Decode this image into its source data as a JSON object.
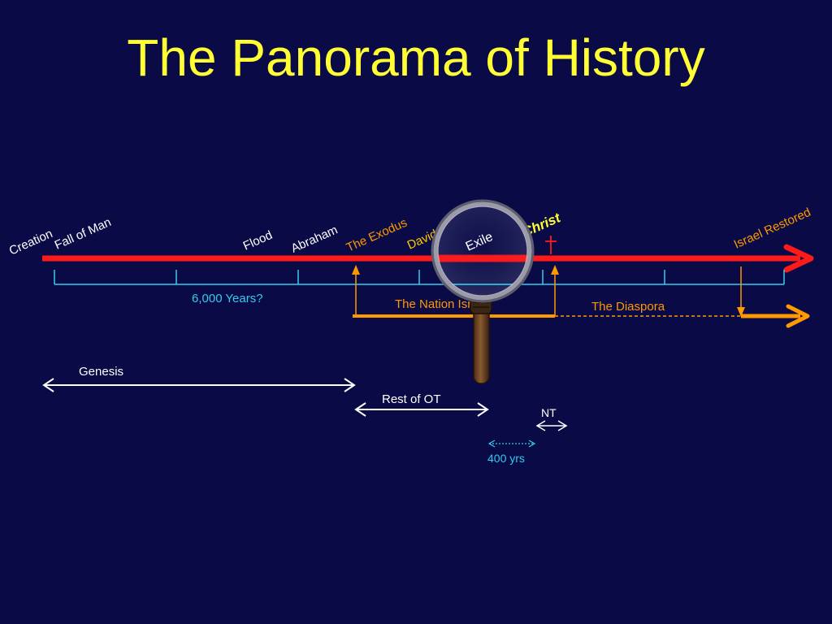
{
  "slide": {
    "title": "The Panorama of History",
    "colors": {
      "background": "#0a0a46",
      "title": "#ffff33",
      "main_line": "#ff1a1a",
      "nation_line": "#ff9900",
      "scale": "#33ccee",
      "event_label": "#ffffff",
      "highlight_label": "#ffcc00",
      "christ_label": "#ffff33"
    },
    "events": [
      {
        "label": "Creation",
        "style": "white"
      },
      {
        "label": "Fall of Man",
        "style": "white"
      },
      {
        "label": "Flood",
        "style": "white"
      },
      {
        "label": "Abraham",
        "style": "white"
      },
      {
        "label": "The Exodus",
        "style": "orange"
      },
      {
        "label": "David",
        "style": "yellow"
      },
      {
        "label": "Exile",
        "style": "white"
      },
      {
        "label": "Christ",
        "style": "christ"
      },
      {
        "label": "Israel Restored",
        "style": "orange"
      }
    ],
    "scale_label": "6,000 Years?",
    "nation_label": "The Nation Israel",
    "diaspora_label": "The Diaspora",
    "spans": {
      "genesis": "Genesis",
      "rest_ot": "Rest of OT",
      "nt": "NT",
      "four_hundred": "400 yrs"
    },
    "icons": [
      "cross-icon",
      "magnifying-glass-icon"
    ]
  }
}
